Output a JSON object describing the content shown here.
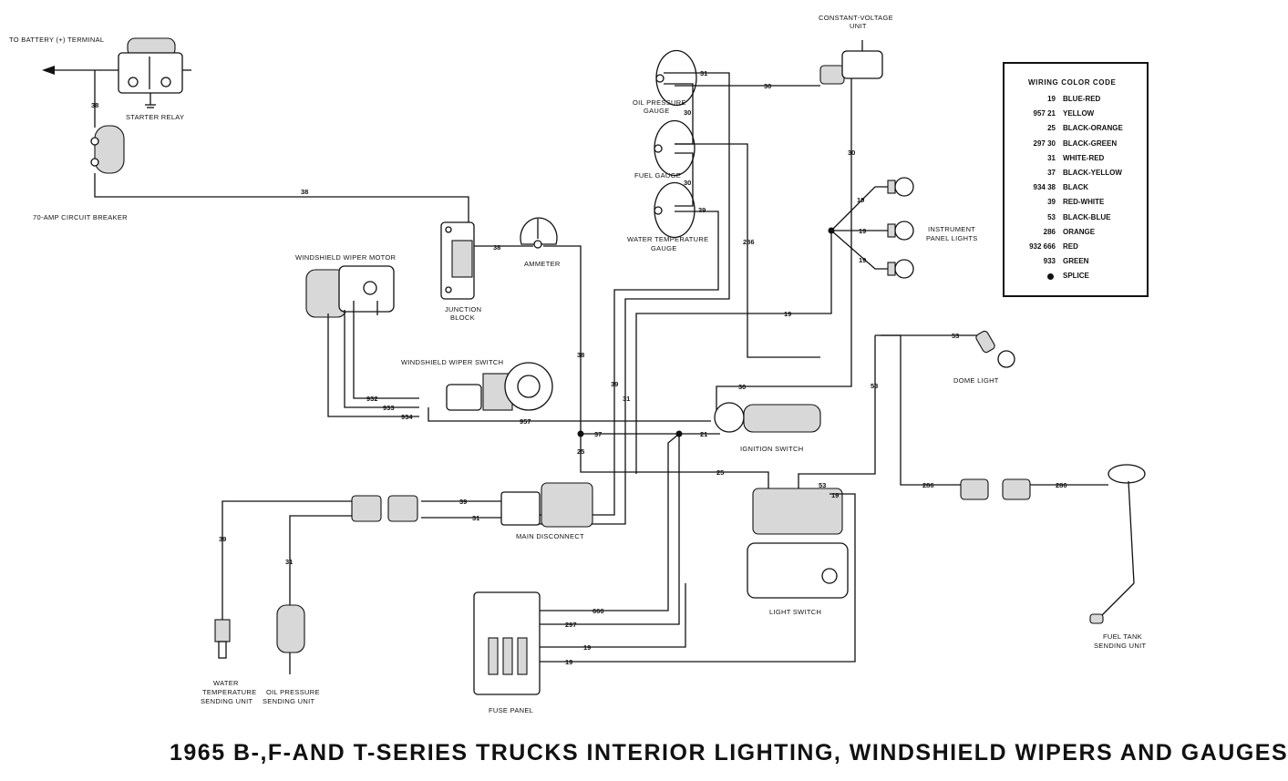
{
  "title": "1965 B-,F-AND T-SERIES TRUCKS INTERIOR LIGHTING, WINDSHIELD WIPERS AND GAUGES",
  "components": {
    "battery_terminal": "TO BATTERY (+) TERMINAL",
    "starter_relay": "STARTER RELAY",
    "circuit_breaker": "70-AMP CIRCUIT BREAKER",
    "wiper_motor": "WINDSHIELD WIPER MOTOR",
    "junction_block_1": "JUNCTION",
    "junction_block_2": "BLOCK",
    "ammeter": "AMMETER",
    "wiper_switch": "WINDSHIELD WIPER SWITCH",
    "oil_gauge_1": "OIL PRESSURE",
    "oil_gauge_2": "GAUGE",
    "fuel_gauge": "FUEL GAUGE",
    "water_gauge_1": "WATER TEMPERATURE",
    "water_gauge_2": "GAUGE",
    "cvu_1": "CONSTANT-VOLTAGE",
    "cvu_2": "UNIT",
    "panel_lights_1": "INSTRUMENT",
    "panel_lights_2": "PANEL LIGHTS",
    "dome_light": "DOME LIGHT",
    "ignition_switch": "IGNITION SWITCH",
    "main_disconnect": "MAIN DISCONNECT",
    "light_switch": "LIGHT SWITCH",
    "fuse_panel": "FUSE PANEL",
    "fuel_tank_1": "FUEL TANK",
    "fuel_tank_2": "SENDING UNIT",
    "water_sender_1": "WATER",
    "water_sender_2": "TEMPERATURE",
    "water_sender_3": "SENDING UNIT",
    "oil_sender_1": "OIL PRESSURE",
    "oil_sender_2": "SENDING UNIT"
  },
  "wire_labels": {
    "w38a": "38",
    "w38b": "38",
    "w38c": "38",
    "w38d": "38",
    "w31a": "31",
    "w30a": "30",
    "w30b": "30",
    "w30c": "30",
    "w30d": "30",
    "w30e": "30",
    "w39a": "39",
    "w286a": "286",
    "w19a": "19",
    "w19b": "19",
    "w19c": "19",
    "w19d": "19",
    "w53a": "53",
    "w53b": "53",
    "w53c": "53",
    "w932": "932",
    "w933": "933",
    "w934": "934",
    "w957": "957",
    "w37": "37",
    "w21": "21",
    "w25a": "25",
    "w25b": "25",
    "w39b": "39",
    "w31b": "31",
    "w39c": "39",
    "w31c": "31",
    "w39d": "39",
    "w31d": "31",
    "w286b": "286",
    "w286c": "286",
    "w19e": "19",
    "w666": "666",
    "w297": "297",
    "w19f": "19",
    "w19g": "19"
  },
  "legend": {
    "title": "WIRING COLOR CODE",
    "rows": [
      {
        "code": "19",
        "color": "BLUE-RED"
      },
      {
        "code": "957 21",
        "color": "YELLOW"
      },
      {
        "code": "25",
        "color": "BLACK-ORANGE"
      },
      {
        "code": "297 30",
        "color": "BLACK-GREEN"
      },
      {
        "code": "31",
        "color": "WHITE-RED"
      },
      {
        "code": "37",
        "color": "BLACK-YELLOW"
      },
      {
        "code": "934 38",
        "color": "BLACK"
      },
      {
        "code": "39",
        "color": "RED-WHITE"
      },
      {
        "code": "53",
        "color": "BLACK-BLUE"
      },
      {
        "code": "286",
        "color": "ORANGE"
      },
      {
        "code": "932 666",
        "color": "RED"
      },
      {
        "code": "933",
        "color": "GREEN"
      },
      {
        "code": "",
        "color": "SPLICE"
      }
    ]
  }
}
